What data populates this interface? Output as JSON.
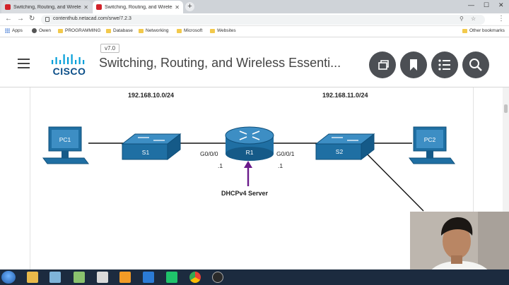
{
  "browser": {
    "tabs": [
      {
        "title": "Switching, Routing, and Wireless",
        "active": false
      },
      {
        "title": "Switching, Routing, and Wireless",
        "active": true
      }
    ],
    "url": "contenthub.netacad.com/srwe/7.2.3",
    "bookmarks": [
      {
        "label": "Apps",
        "icon": "apps-grid-icon"
      },
      {
        "label": "Owen",
        "icon": "profile-icon"
      },
      {
        "label": "PROGRAMMING",
        "icon": "folder-icon"
      },
      {
        "label": "Database",
        "icon": "folder-icon"
      },
      {
        "label": "Networking",
        "icon": "folder-icon"
      },
      {
        "label": "Microsoft",
        "icon": "folder-icon"
      },
      {
        "label": "Websites",
        "icon": "folder-icon"
      },
      {
        "label": "Other bookmarks",
        "icon": "folder-icon"
      }
    ]
  },
  "header": {
    "logo_text": "CISCO",
    "version": "v7.0",
    "course_title": "Switching, Routing, and Wireless Essenti...",
    "buttons": [
      "copy-icon",
      "bookmark-icon",
      "list-icon",
      "search-icon"
    ]
  },
  "topology": {
    "networks": [
      "192.168.10.0/24",
      "192.168.11.0/24"
    ],
    "devices": {
      "pc1": "PC1",
      "s1": "S1",
      "r1": "R1",
      "s2": "S2",
      "pc2": "PC2"
    },
    "interfaces": {
      "left_if": "G0/0/0",
      "left_ip": ".1",
      "right_if": "G0/0/1",
      "right_ip": ".1"
    },
    "server_label": "DHCPv4 Server",
    "colors": {
      "device": "#1f6fa3",
      "arrow": "#6a1b8a",
      "link": "#111111"
    }
  },
  "taskbar": {
    "apps": [
      "windows-start-icon",
      "file-explorer-icon",
      "notepad-icon",
      "task-manager-icon",
      "paint-icon",
      "sublime-icon",
      "vscode-icon",
      "pycharm-icon",
      "chrome-icon",
      "obs-icon"
    ]
  }
}
